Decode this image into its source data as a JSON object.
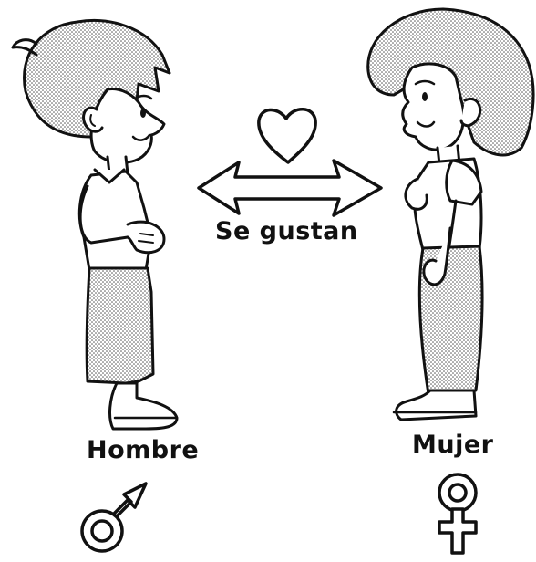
{
  "labels": {
    "center": "Se gustan",
    "left": "Hombre",
    "right": "Mujer"
  },
  "icons": {
    "relation": "heart-icon",
    "arrow": "double-arrow-icon",
    "left_symbol": "male-symbol-icon",
    "right_symbol": "female-symbol-icon"
  },
  "colors": {
    "ink": "#111111",
    "background": "#ffffff",
    "dot_shade": "#555555"
  }
}
